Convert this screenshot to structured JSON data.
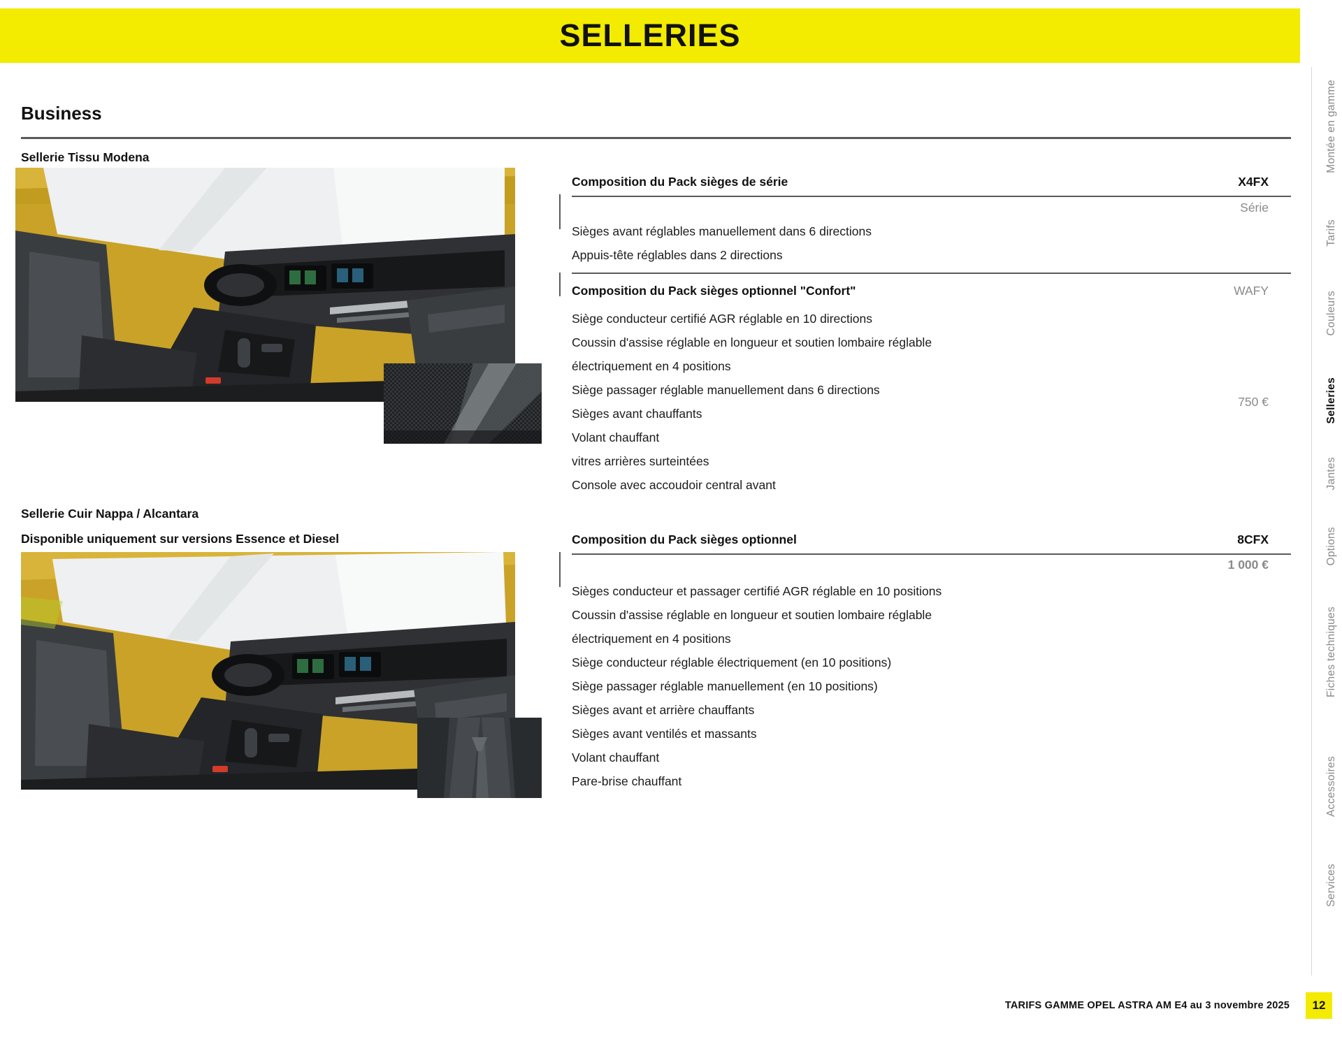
{
  "banner": {
    "title": "SELLERIES"
  },
  "section": {
    "title": "Business"
  },
  "sidenav": {
    "items": [
      {
        "label": "Montée en gamme",
        "active": false
      },
      {
        "label": "Tarifs",
        "active": false
      },
      {
        "label": "Couleurs",
        "active": false
      },
      {
        "label": "Selleries",
        "active": true
      },
      {
        "label": "Jantes",
        "active": false
      },
      {
        "label": "Options",
        "active": false
      },
      {
        "label": "Fiches techniques",
        "active": false
      },
      {
        "label": "Accessoires",
        "active": false
      },
      {
        "label": "Services",
        "active": false
      }
    ]
  },
  "blocks": [
    {
      "heading": "Sellerie Tissu Modena",
      "note": "",
      "packs": [
        {
          "title": "Composition du Pack sièges de série",
          "code": "X4FX",
          "price": "Série",
          "features": [
            "Sièges avant réglables manuellement dans 6 directions",
            "Appuis-tête réglables dans 2 directions"
          ]
        },
        {
          "title": "Composition du Pack sièges optionnel \"Confort\"",
          "code": "WAFY",
          "price": "750 €",
          "features": [
            "Siège conducteur certifié AGR réglable en 10 directions",
            "Coussin d'assise réglable en longueur et soutien lombaire réglable",
            "électriquement en 4 positions",
            "Siège passager réglable manuellement dans 6 directions",
            "Sièges avant chauffants",
            "Volant chauffant",
            "vitres arrières surteintées",
            "Console avec accoudoir central avant"
          ]
        }
      ]
    },
    {
      "heading": "Sellerie Cuir Nappa / Alcantara",
      "note": "Disponible uniquement sur versions Essence et Diesel",
      "packs": [
        {
          "title": "Composition du Pack sièges optionnel",
          "code": "8CFX",
          "price": "1 000 €",
          "features": [
            "Sièges conducteur et passager certifié AGR réglable en 10 positions",
            "Coussin d'assise réglable en longueur et soutien lombaire réglable",
            "électriquement en 4 positions",
            "Siège conducteur réglable électriquement (en 10 positions)",
            "Siège passager réglable manuellement (en 10 positions)",
            "Sièges avant et arrière chauffants",
            "Sièges avant ventilés et massants",
            "Volant chauffant",
            "Pare-brise chauffant"
          ]
        }
      ]
    }
  ],
  "footer": {
    "text": "TARIFS GAMME OPEL ASTRA AM E4 au 3 novembre 2025",
    "page": "12"
  },
  "colors": {
    "accent": "#f3eb00",
    "rule": "#5a5a5a",
    "muted": "#8a8a8a",
    "text": "#111111"
  }
}
